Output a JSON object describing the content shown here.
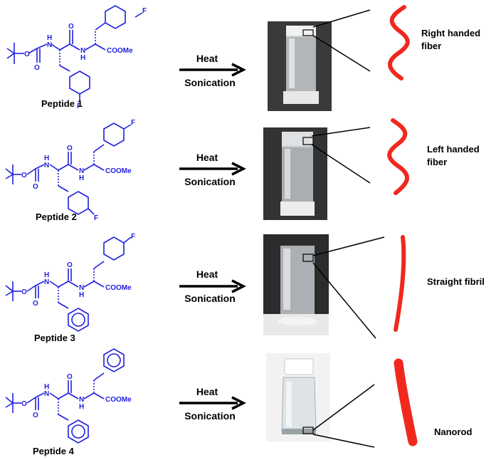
{
  "colors": {
    "molecule": "#1f1fe0",
    "fiber": "#f0281e",
    "arrow": "#000000"
  },
  "atoms": {
    "N": "N",
    "H": "H",
    "O": "O",
    "F": "F",
    "ester": "COOMe"
  },
  "rows": [
    {
      "peptide": "Peptide 1",
      "cond_top": "Heat",
      "cond_bottom": "Sonication",
      "morphology": [
        "Right handed",
        "fiber"
      ],
      "shape": "right-helix"
    },
    {
      "peptide": "Peptide 2",
      "cond_top": "Heat",
      "cond_bottom": "Sonication",
      "morphology": [
        "Left handed",
        "fiber"
      ],
      "shape": "left-helix"
    },
    {
      "peptide": "Peptide 3",
      "cond_top": "Heat",
      "cond_bottom": "Sonication",
      "morphology": [
        "Straight fibril"
      ],
      "shape": "straight-fibril"
    },
    {
      "peptide": "Peptide 4",
      "cond_top": "Heat",
      "cond_bottom": "Sonication",
      "morphology": [
        "Nanorod"
      ],
      "shape": "nanorod"
    }
  ]
}
